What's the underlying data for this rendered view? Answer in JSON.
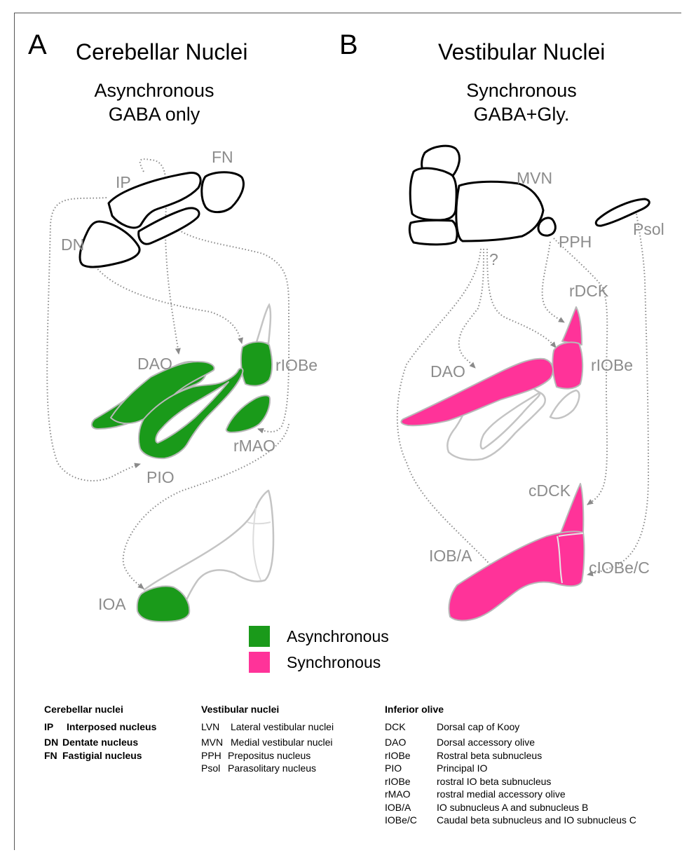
{
  "panel_a": {
    "letter": "A",
    "title": "Cerebellar Nuclei",
    "subtitle_line1": "Asynchronous",
    "subtitle_line2": "GABA only",
    "labels": {
      "ip": "IP",
      "fn": "FN",
      "dn": "DN",
      "dao": "DAO",
      "riobe": "rIOBe",
      "rmao": "rMAO",
      "pio": "PIO",
      "ioa": "IOA"
    }
  },
  "panel_b": {
    "letter": "B",
    "title": "Vestibular Nuclei",
    "subtitle_line1": "Synchronous",
    "subtitle_line2": "GABA+Gly.",
    "labels": {
      "mvn": "MVN",
      "pph": "PPH",
      "psol": "Psol",
      "question": "?",
      "rdck": "rDCK",
      "riobe": "rIOBe",
      "dao": "DAO",
      "cdck": "cDCK",
      "ioba": "IOB/A",
      "ciobec": "cIOBe/C"
    }
  },
  "legend": {
    "asynchronous": {
      "label": "Asynchronous",
      "color": "#1a9a1a"
    },
    "synchronous": {
      "label": "Synchronous",
      "color": "#ff3399"
    }
  },
  "abbreviations": {
    "cerebellar": {
      "heading": "Cerebellar nuclei",
      "items": [
        {
          "abbr": "IP",
          "full": "Interposed nucleus"
        },
        {
          "abbr": "DN",
          "full": "Dentate nucleus"
        },
        {
          "abbr": "FN",
          "full": "Fastigial nucleus"
        }
      ]
    },
    "vestibular": {
      "heading": "Vestibular nuclei",
      "items": [
        {
          "abbr": "LVN",
          "full": "Lateral vestibular nuclei"
        },
        {
          "abbr": "MVN",
          "full": "Medial vestibular nuclei"
        },
        {
          "abbr": "PPH",
          "full": "Prepositus nucleus"
        },
        {
          "abbr": "Psol",
          "full": "Parasolitary nucleus"
        }
      ]
    },
    "olive": {
      "heading": "Inferior olive",
      "items": [
        {
          "abbr": "DCK",
          "full": "Dorsal cap of Kooy"
        },
        {
          "abbr": "DAO",
          "full": "Dorsal accessory olive"
        },
        {
          "abbr": "rIOBe",
          "full": "Rostral beta subnucleus"
        },
        {
          "abbr": "PIO",
          "full": "Principal IO"
        },
        {
          "abbr": "rIOBe",
          "full": "rostral IO beta subnucleus"
        },
        {
          "abbr": "rMAO",
          "full": "rostral medial accessory olive"
        },
        {
          "abbr": "IOB/A",
          "full": "IO subnucleus A and subnucleus B"
        },
        {
          "abbr": "IOBe/C",
          "full": "Caudal beta subnucleus and IO subnucleus C"
        }
      ]
    }
  },
  "colors": {
    "green": "#1a9a1a",
    "pink": "#ff3399",
    "outline_gray": "#b8b8b8",
    "label_gray": "#8c8c8c",
    "arrow_gray": "#8a8a8a"
  }
}
